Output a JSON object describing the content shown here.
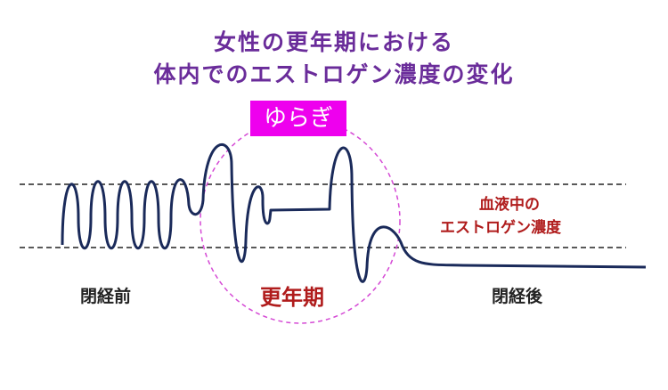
{
  "title": {
    "line1": "女性の更年期における",
    "line2": "体内でのエストロゲン濃度の変化"
  },
  "badge": "ゆらぎ",
  "labels": {
    "pre": "閉経前",
    "peri": "更年期",
    "post": "閉経後",
    "series_line1": "血液中の",
    "series_line2": "エストロゲン濃度"
  },
  "colors": {
    "title": "#6a2c9a",
    "badge": "#ee00ee",
    "curve": "#1a2a5a",
    "accent": "#b01c1c"
  }
}
